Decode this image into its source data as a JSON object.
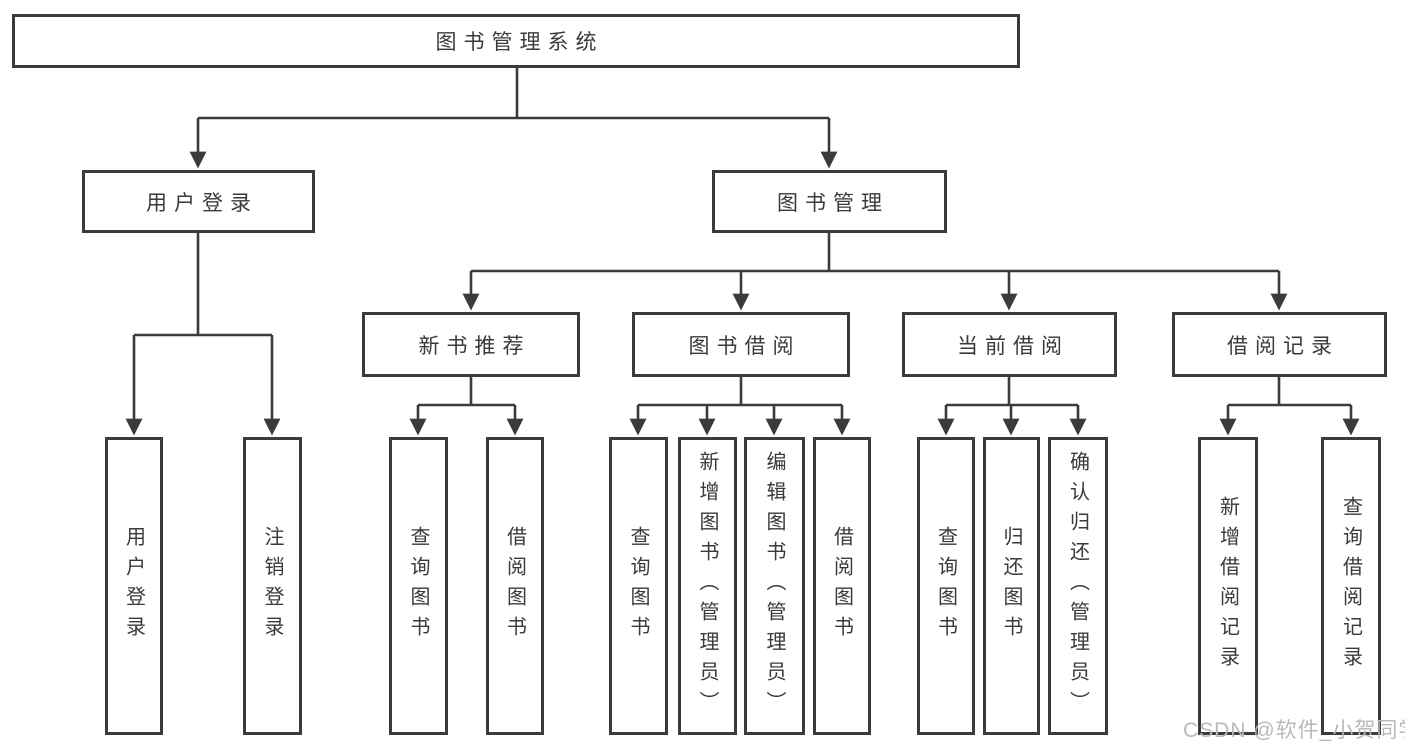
{
  "diagram": {
    "title": {
      "label": "图书管理系统"
    },
    "level2": [
      {
        "label": "用户登录"
      },
      {
        "label": "图书管理"
      }
    ],
    "level3": [
      {
        "label": "新书推荐"
      },
      {
        "label": "图书借阅"
      },
      {
        "label": "当前借阅"
      },
      {
        "label": "借阅记录"
      }
    ],
    "leaves": {
      "user_login": [
        "用户登录",
        "注销登录"
      ],
      "new_book_recommend": [
        "查询图书",
        "借阅图书"
      ],
      "book_borrow": [
        "查询图书",
        "新增图书（管理员）",
        "编辑图书（管理员）",
        "借阅图书"
      ],
      "current_borrow": [
        "查询图书",
        "归还图书",
        "确认归还（管理员）"
      ],
      "borrow_records": [
        "新增借阅记录",
        "查询借阅记录"
      ]
    },
    "colors": {
      "line": "#3b3b3b",
      "text": "#3a3a3a",
      "background": "#ffffff",
      "watermark": "#b9b9b9"
    }
  },
  "watermark": {
    "text": "CSDN @软件_小贺同学"
  }
}
